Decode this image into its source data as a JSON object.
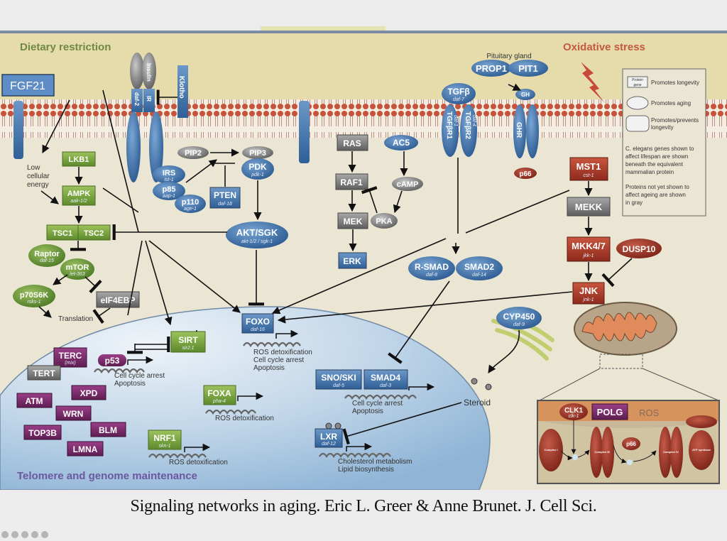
{
  "caption": "Signaling networks in aging.  Eric L. Greer & Anne Brunet. J. Cell Sci.",
  "colors": {
    "background": "#ebe6d3",
    "extracellular": "#e7dca9",
    "nucleus": "#a9c7e0",
    "longevity_blue": "#3f74ae",
    "aging_red": "#a83a2a",
    "green": "#6f9a3c",
    "purple": "#7a2a6a",
    "gray": "#7a7a7a"
  },
  "regions": {
    "dietary_restriction": "Dietary restriction",
    "oxidative_stress": "Oxidative stress",
    "telomere": "Telomere and genome maintenance",
    "pituitary": "Pituitary gland"
  },
  "nodes": {
    "fgf21": "FGF21",
    "insulin": "Insulin",
    "daf2": "daf-2",
    "ir": "IR",
    "klotho": "Klotho",
    "lkb1": "LKB1",
    "ampk": {
      "name": "AMPK",
      "gene": "aak-1/2"
    },
    "tsc1": "TSC1",
    "tsc2": "TSC2",
    "raptor": {
      "name": "Raptor",
      "gene": "daf-15"
    },
    "mtor": {
      "name": "mTOR",
      "gene": "let-363"
    },
    "p70s6k": {
      "name": "p70S6K",
      "gene": "rsks-1"
    },
    "eif4ebp": "eIF4EBP",
    "pip2": "PIP2",
    "pip3": "PIP3",
    "irs": {
      "name": "IRS",
      "gene": "ist-1"
    },
    "p85": {
      "name": "p85",
      "gene": "aap-1"
    },
    "p110": {
      "name": "p110",
      "gene": "age-1"
    },
    "pten": {
      "name": "PTEN",
      "gene": "daf-18"
    },
    "pdk": {
      "name": "PDK",
      "gene": "pdk-1"
    },
    "akt": {
      "name": "AKT/SGK",
      "gene": "akt-1/2 / sgk-1"
    },
    "ras": "RAS",
    "raf1": "RAF1",
    "mek": "MEK",
    "erk": "ERK",
    "ac5": "AC5",
    "camp": "cAMP",
    "pka": "PKA",
    "tgfb": {
      "name": "TGFβ",
      "gene": "daf-7"
    },
    "tgfbr1": {
      "name": "TGFβR1",
      "gene": "daf-1"
    },
    "tgfbr2": {
      "name": "TGFβR2",
      "gene": "daf-4"
    },
    "prop1": "PROP1",
    "pit1": "PIT1",
    "gh": "GH",
    "ghr": "GHR",
    "p66": "p66",
    "mst1": {
      "name": "MST1",
      "gene": "cst-1"
    },
    "mekk": "MEKK",
    "mkk47": {
      "name": "MKK4/7",
      "gene": "jkk-1"
    },
    "dusp10": "DUSP10",
    "jnk": {
      "name": "JNK",
      "gene": "jnk-1"
    },
    "rsmad": {
      "name": "R-SMAD",
      "gene": "daf-8"
    },
    "smad2": {
      "name": "SMAD2",
      "gene": "daf-14"
    },
    "foxo": {
      "name": "FOXO",
      "gene": "daf-16"
    },
    "sirt": {
      "name": "SIRT",
      "gene": "sir2.1"
    },
    "p53": "p53",
    "terc": {
      "name": "TERC",
      "gene": "(mix)"
    },
    "tert": "TERT",
    "atm": "ATM",
    "xpd": "XPD",
    "wrn": "WRN",
    "blm": "BLM",
    "top3b": "TOP3B",
    "lmna": "LMNA",
    "foxa": {
      "name": "FOXA",
      "gene": "pha-4"
    },
    "nrf1": {
      "name": "NRF1",
      "gene": "skn-1"
    },
    "snoski": {
      "name": "SNO/SKI",
      "gene": "daf-5"
    },
    "smad4": {
      "name": "SMAD4",
      "gene": "daf-3"
    },
    "lxr": {
      "name": "LXR",
      "gene": "daf-12"
    },
    "cyp450": {
      "name": "CYP450",
      "gene": "daf-9"
    },
    "steroid": "Steroid",
    "clk1": {
      "name": "CLK1",
      "gene": "clk-1"
    },
    "polg": "POLG",
    "ros": "ROS",
    "complex1": "Complex I",
    "complex3": "Complex III",
    "complex4": "Complex IV",
    "atp_synthase": "ATP synthase",
    "p66_mito": "p66"
  },
  "annotations": {
    "low_energy": [
      "Low",
      "cellular",
      "energy"
    ],
    "translation": "Translation",
    "foxo_targets": [
      "ROS detoxification",
      "Cell cycle arrest",
      "Apoptosis"
    ],
    "p53_targets": [
      "Cell cycle arrest",
      "Apoptosis"
    ],
    "foxa_targets": [
      "ROS detoxification"
    ],
    "nrf1_targets": [
      "ROS detoxification"
    ],
    "smad_targets": [
      "Cell cycle arrest",
      "Apoptosis"
    ],
    "lxr_targets": [
      "Cholesterol metabolism",
      "Lipid biosynthesis"
    ]
  },
  "legend": {
    "sample_name": "Protein",
    "sample_gene": "gene",
    "promotes_longevity": "Promotes longevity",
    "promotes_aging": "Promotes aging",
    "promotes_prevents": [
      "Promotes/prevents",
      "longevity"
    ],
    "note1": [
      "C. elegans genes shown to",
      "affect lifespan are shown",
      "beneath the equivalent",
      "mammalian protein"
    ],
    "note2": [
      "Proteins not yet shown to",
      "affect ageing are shown",
      "in gray"
    ]
  }
}
